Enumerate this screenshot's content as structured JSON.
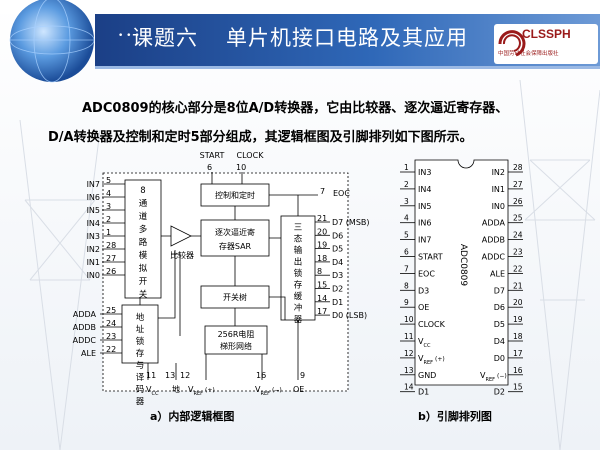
{
  "slide": {
    "title_part1": "课题六",
    "title_part2": "单片机接口电路及其应用",
    "logo_text": "CLSSPH",
    "logo_subtext": "中国劳动社会保障出版社",
    "paragraph_line1": "ADC0809的核心部分是8位A/D转换器，它由比较器、逐次逼近寄存器、",
    "paragraph_line2": "D/A转换器及控制和定时5部分组成，其逻辑框图及引脚排列如下图所示。",
    "caption_a": "a）内部逻辑框图",
    "caption_b": "b）引脚排列图"
  },
  "block_diagram": {
    "top_labels": [
      "START",
      "CLOCK"
    ],
    "top_pins": [
      "6",
      "10"
    ],
    "inputs": [
      {
        "name": "IN7",
        "pin": "5"
      },
      {
        "name": "IN6",
        "pin": "4"
      },
      {
        "name": "IN5",
        "pin": "3"
      },
      {
        "name": "IN4",
        "pin": "2"
      },
      {
        "name": "IN3",
        "pin": "1"
      },
      {
        "name": "IN2",
        "pin": "28"
      },
      {
        "name": "IN1",
        "pin": "27"
      },
      {
        "name": "IN0",
        "pin": "26"
      }
    ],
    "address_inputs": [
      {
        "name": "ADDA",
        "pin": "25"
      },
      {
        "name": "ADDB",
        "pin": "24"
      },
      {
        "name": "ADDC",
        "pin": "23"
      },
      {
        "name": "ALE",
        "pin": "22"
      }
    ],
    "mux_label": "8通道多路模拟开关",
    "addr_latch_label": "地址锁存与译码器",
    "control_label": "控制和定时",
    "sar_label_1": "逐次逼近寄",
    "sar_label_2": "存器SAR",
    "comparator_label": "比较器",
    "switch_tree_label": "开关树",
    "resistor_label_1": "256R电阻",
    "resistor_label_2": "梯形网络",
    "latch_label": "三态输出锁存缓冲器",
    "eoc": {
      "name": "EOC",
      "pin": "7"
    },
    "outputs": [
      {
        "name": "D7 (MSB)",
        "pin": "21"
      },
      {
        "name": "D6",
        "pin": "20"
      },
      {
        "name": "D5",
        "pin": "19"
      },
      {
        "name": "D4",
        "pin": "18"
      },
      {
        "name": "D3",
        "pin": "8"
      },
      {
        "name": "D2",
        "pin": "15"
      },
      {
        "name": "D1",
        "pin": "14"
      },
      {
        "name": "D0 (LSB)",
        "pin": "17"
      }
    ],
    "bottom": {
      "vcc": "V",
      "vcc_sub": "CC",
      "vcc_pin": "11",
      "gnd": "地",
      "gnd_pin": "13",
      "vrefp": "V",
      "vrefp_sub": "REF",
      "vrefp_sign": "(+)",
      "vrefp_pin": "12",
      "vrefn": "V",
      "vrefn_sub": "REF",
      "vrefn_sign": "(−)",
      "vrefn_pin": "16",
      "oe": "OE",
      "oe_pin": "9"
    }
  },
  "pinout": {
    "chip_name": "ADC0809",
    "left": [
      {
        "pin": "1",
        "name": "IN3"
      },
      {
        "pin": "2",
        "name": "IN4"
      },
      {
        "pin": "3",
        "name": "IN5"
      },
      {
        "pin": "4",
        "name": "IN6"
      },
      {
        "pin": "5",
        "name": "IN7"
      },
      {
        "pin": "6",
        "name": "START"
      },
      {
        "pin": "7",
        "name": "EOC"
      },
      {
        "pin": "8",
        "name": "D3"
      },
      {
        "pin": "9",
        "name": "OE"
      },
      {
        "pin": "10",
        "name": "CLOCK"
      },
      {
        "pin": "11",
        "name": "V",
        "sub": "CC"
      },
      {
        "pin": "12",
        "name": "V",
        "sub": "REF",
        "sign": "(+)"
      },
      {
        "pin": "13",
        "name": "GND"
      },
      {
        "pin": "14",
        "name": "D1"
      }
    ],
    "right": [
      {
        "pin": "28",
        "name": "IN2"
      },
      {
        "pin": "27",
        "name": "IN1"
      },
      {
        "pin": "26",
        "name": "IN0"
      },
      {
        "pin": "25",
        "name": "ADDA"
      },
      {
        "pin": "24",
        "name": "ADDB"
      },
      {
        "pin": "23",
        "name": "ADDC"
      },
      {
        "pin": "22",
        "name": "ALE"
      },
      {
        "pin": "21",
        "name": "D7"
      },
      {
        "pin": "20",
        "name": "D6"
      },
      {
        "pin": "19",
        "name": "D5"
      },
      {
        "pin": "18",
        "name": "D4"
      },
      {
        "pin": "17",
        "name": "D0"
      },
      {
        "pin": "16",
        "name": "V",
        "sub": "REF",
        "sign": "(−)"
      },
      {
        "pin": "15",
        "name": "D2"
      }
    ]
  }
}
